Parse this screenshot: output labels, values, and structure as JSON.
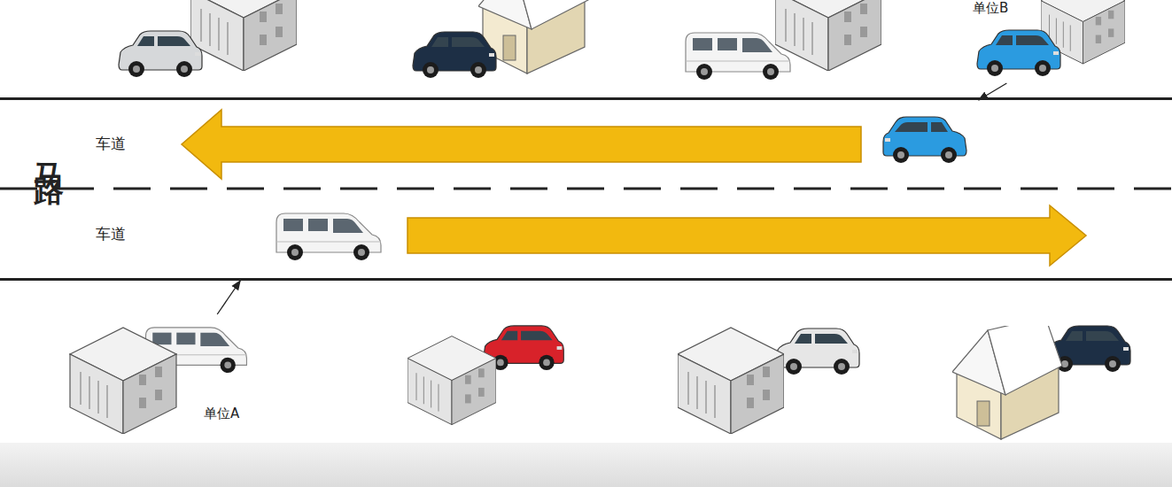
{
  "diagram": {
    "nodes": [
      {
        "text": [
          "单位B"
        ]
      },
      {
        "text": [
          "马路"
        ]
      },
      {
        "text": [
          "车道"
        ],
        "in": 1
      },
      {
        "text": [
          "车道"
        ],
        "in": 1
      },
      {
        "text": [
          "单位A"
        ]
      }
    ],
    "edges": [
      {
        "from": 0,
        "to": 2,
        "arrow": "to"
      },
      {
        "from": 4,
        "to": 3,
        "arrow": "to"
      }
    ]
  }
}
